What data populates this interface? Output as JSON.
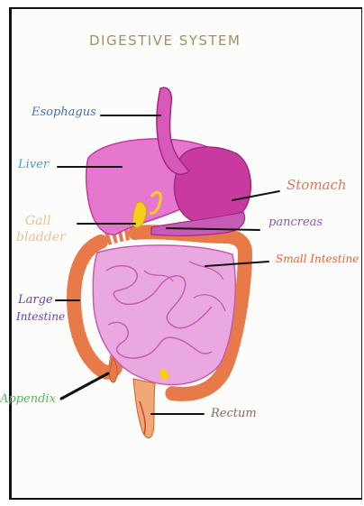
{
  "title": "DIGESTIVE SYSTEM",
  "labels": {
    "esophagus": "Esophagus",
    "liver": "Liver",
    "gall_bladder_line1": "Gall",
    "gall_bladder_line2": "bladder",
    "stomach": "Stomach",
    "pancreas": "pancreas",
    "small_intestine": "Small Intestine",
    "large_intestine_line1": "Large",
    "large_intestine_line2": "Intestine",
    "appendix": "Appendix",
    "rectum": "Rectum"
  },
  "colors": {
    "title": "#a39060",
    "esophagus": "#3b6fd0",
    "liver": "#4a9ad8",
    "gall_bladder": "#e8c29c",
    "stomach": "#e0765a",
    "pancreas": "#8a55c8",
    "small_intestine": "#e0663c",
    "large_intestine": "#6b3fa8",
    "appendix": "#57b85a",
    "rectum": "#8a6a5a",
    "organ_pink": "#e070c8",
    "organ_magenta": "#c83aa0",
    "colon_orange": "#e87a4a",
    "gall_yellow": "#f5cf1a"
  }
}
